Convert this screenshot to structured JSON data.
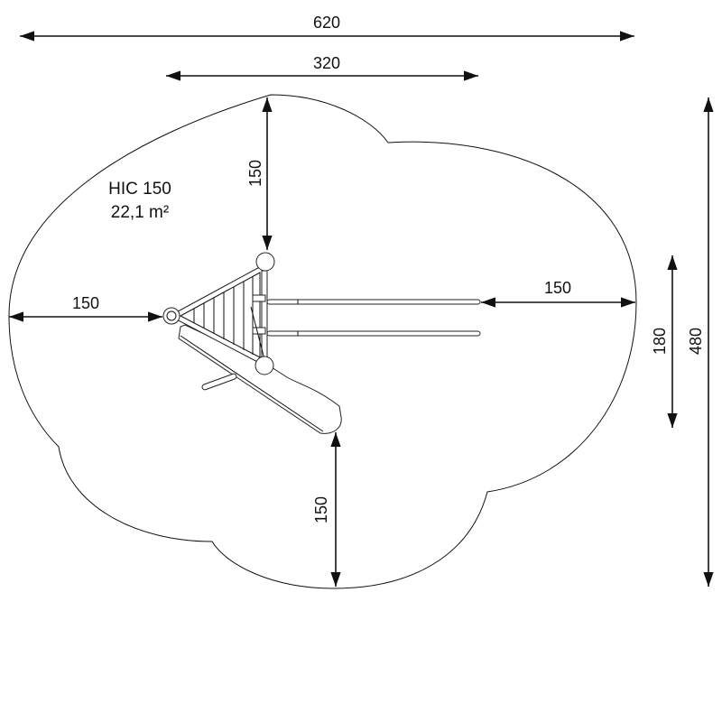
{
  "dimensions": {
    "total_width": "620",
    "equipment_width": "320",
    "top_clearance": "150",
    "left_clearance": "150",
    "right_clearance": "150",
    "bottom_clearance": "150",
    "equipment_depth": "180",
    "total_depth": "480"
  },
  "info": {
    "hic": "HIC 150",
    "area": "22,1 m²"
  }
}
